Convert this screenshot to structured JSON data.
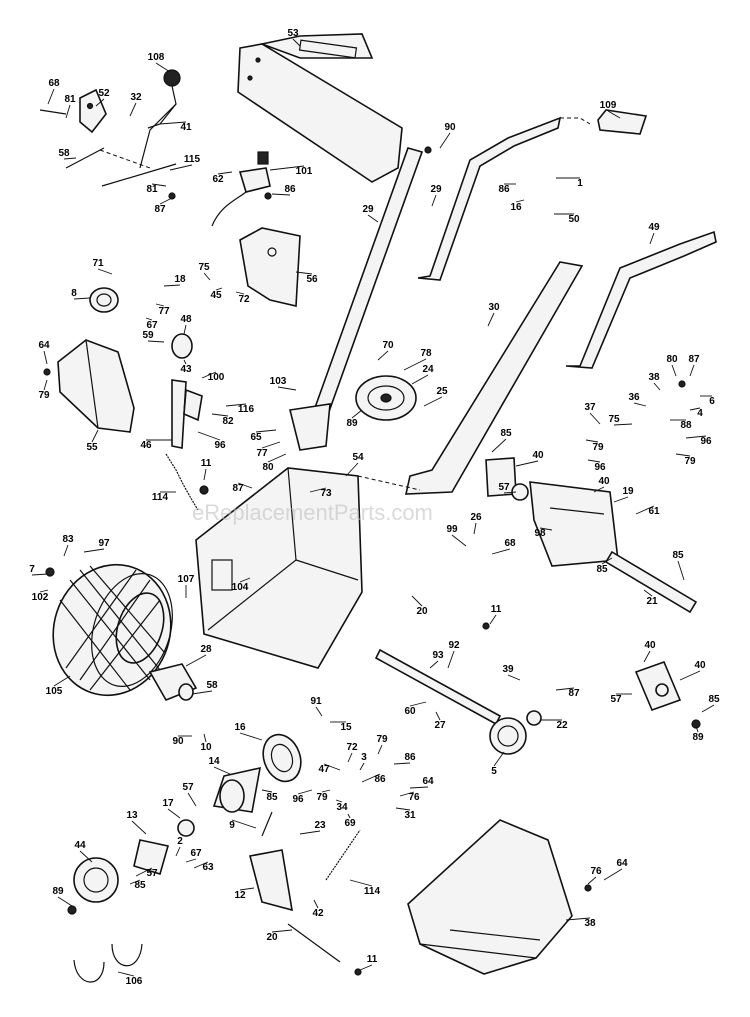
{
  "watermark": "eReplacementParts.com",
  "callouts": {
    "p53": "53",
    "p108": "108",
    "p68": "68",
    "p81a": "81",
    "p52": "52",
    "p32": "32",
    "p41": "41",
    "p58a": "58",
    "p115": "115",
    "p81b": "81",
    "p87a": "87",
    "p62": "62",
    "p101": "101",
    "p86a": "86",
    "p90a": "90",
    "p109": "109",
    "p29a": "29",
    "p29b": "29",
    "p86b": "86",
    "p1": "1",
    "p16": "16",
    "p50": "50",
    "p49": "49",
    "p71": "71",
    "p18": "18",
    "p75a": "75",
    "p45": "45",
    "p72a": "72",
    "p56": "56",
    "p8": "8",
    "p77a": "77",
    "p67a": "67",
    "p48": "48",
    "p59": "59",
    "p43": "43",
    "p64a": "64",
    "p79a": "79",
    "p100": "100",
    "p116": "116",
    "p82": "82",
    "p55": "55",
    "p46": "46",
    "p96a": "96",
    "p30": "30",
    "p70": "70",
    "p78": "78",
    "p24": "24",
    "p25": "25",
    "p103": "103",
    "p89a": "89",
    "p65": "65",
    "p77b": "77",
    "p80a": "80",
    "p80b": "80",
    "p87b": "87",
    "p38": "38",
    "p36": "36",
    "p6": "6",
    "p4": "4",
    "p37": "37",
    "p75b": "75",
    "p88": "88",
    "p96b": "96",
    "p79b": "79",
    "p79c": "79",
    "p96c": "96",
    "p11a": "11",
    "p114a": "114",
    "p87c": "87",
    "p54": "54",
    "p73": "73",
    "p85a": "85",
    "p40a": "40",
    "p57a": "57",
    "p40b": "40",
    "p19": "19",
    "p61": "61",
    "p26": "26",
    "p99": "99",
    "p68b": "68",
    "p98": "98",
    "p85b": "85",
    "p85c": "85",
    "p21": "21",
    "p83": "83",
    "p97": "97",
    "p7": "7",
    "p102": "102",
    "p107": "107",
    "p104": "104",
    "p20a": "20",
    "p11b": "11",
    "p92": "92",
    "p93": "93",
    "p28": "28",
    "p105": "105",
    "p58b": "58",
    "p39": "39",
    "p87d": "87",
    "p60": "60",
    "p27": "27",
    "p22": "22",
    "p40c": "40",
    "p40d": "40",
    "p57b": "57",
    "p85d": "85",
    "p89b": "89",
    "p91": "91",
    "p15": "15",
    "p90b": "90",
    "p10": "10",
    "p16b": "16",
    "p14": "14",
    "p72b": "72",
    "p79d": "79",
    "p47": "47",
    "p3": "3",
    "p86c": "86",
    "p5": "5",
    "p64b": "64",
    "p86d": "86",
    "p96d": "96",
    "p79e": "79",
    "p76a": "76",
    "p34": "34",
    "p69": "69",
    "p31": "31",
    "p57c": "57",
    "p85e": "85",
    "p17": "17",
    "p13": "13",
    "p9": "9",
    "p23": "23",
    "p2": "2",
    "p44": "44",
    "p67b": "67",
    "p63": "63",
    "p57d": "57",
    "p85f": "85",
    "p12": "12",
    "p114b": "114",
    "p89c": "89",
    "p42": "42",
    "p76b": "76",
    "p64c": "64",
    "p38b": "38",
    "p20b": "20",
    "p11c": "11",
    "p106": "106"
  }
}
